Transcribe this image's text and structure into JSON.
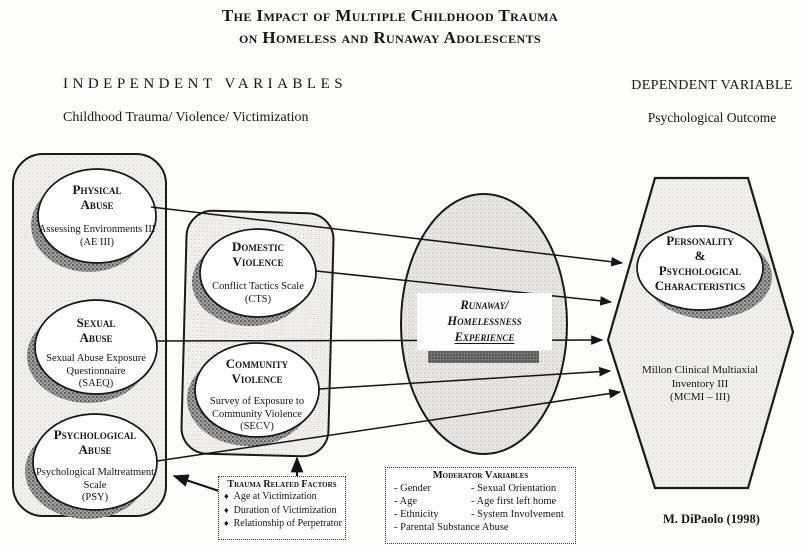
{
  "title": {
    "line1": "The Impact of Multiple Childhood Trauma",
    "line2": "on Homeless and Runaway Adolescents"
  },
  "sections": {
    "independent": {
      "heading": "INDEPENDENT VARIABLES",
      "subheading": "Childhood Trauma/ Violence/ Victimization"
    },
    "dependent": {
      "heading": "DEPENDENT VARIABLE",
      "subheading": "Psychological Outcome"
    }
  },
  "abuse_nodes": [
    {
      "title": "Physical Abuse",
      "measure": "Assessing Environments III",
      "abbr": "(AE III)"
    },
    {
      "title": "Sexual Abuse",
      "measure": "Sexual Abuse Exposure Questionnaire",
      "abbr": "(SAEQ)"
    },
    {
      "title": "Psychological Abuse",
      "measure": "Psychological Maltreatment Scale",
      "abbr": "(PSY)"
    }
  ],
  "violence_nodes": [
    {
      "title": "Domestic Violence",
      "measure": "Conflict Tactics Scale",
      "abbr": "(CTS)"
    },
    {
      "title": "Community Violence",
      "measure": "Survey of Exposure to Community Violence",
      "abbr": "(SECV)"
    }
  ],
  "mediator": {
    "line1": "Runaway/",
    "line2": "Homelessness",
    "line3": "Experience"
  },
  "outcome": {
    "line1": "Personality",
    "line2": "&",
    "line3": "Psychological Characteristics",
    "measure": "Millon Clinical Multiaxial Inventory III",
    "abbr": "(MCMI – III)"
  },
  "trauma_factors": {
    "title": "Trauma Related Factors",
    "bullet": "♦",
    "items": [
      "Age at Victimization",
      "Duration of Victimization",
      "Relationship of Perpetrator"
    ]
  },
  "moderator_variables": {
    "title": "Moderator Variables",
    "column1": [
      "- Gender",
      "- Age",
      "- Ethnicity"
    ],
    "column2": [
      "- Sexual Orientation",
      "- Age first left home",
      "- System Involvement"
    ],
    "full_width": "- Parental Substance Abuse"
  },
  "credit": "M. DiPaolo (1998)",
  "colors": {
    "ink": "#161616",
    "stipple_light": "#f2f1ef",
    "shadow": "#8f8f8f",
    "bar": "#6f6f6f"
  }
}
